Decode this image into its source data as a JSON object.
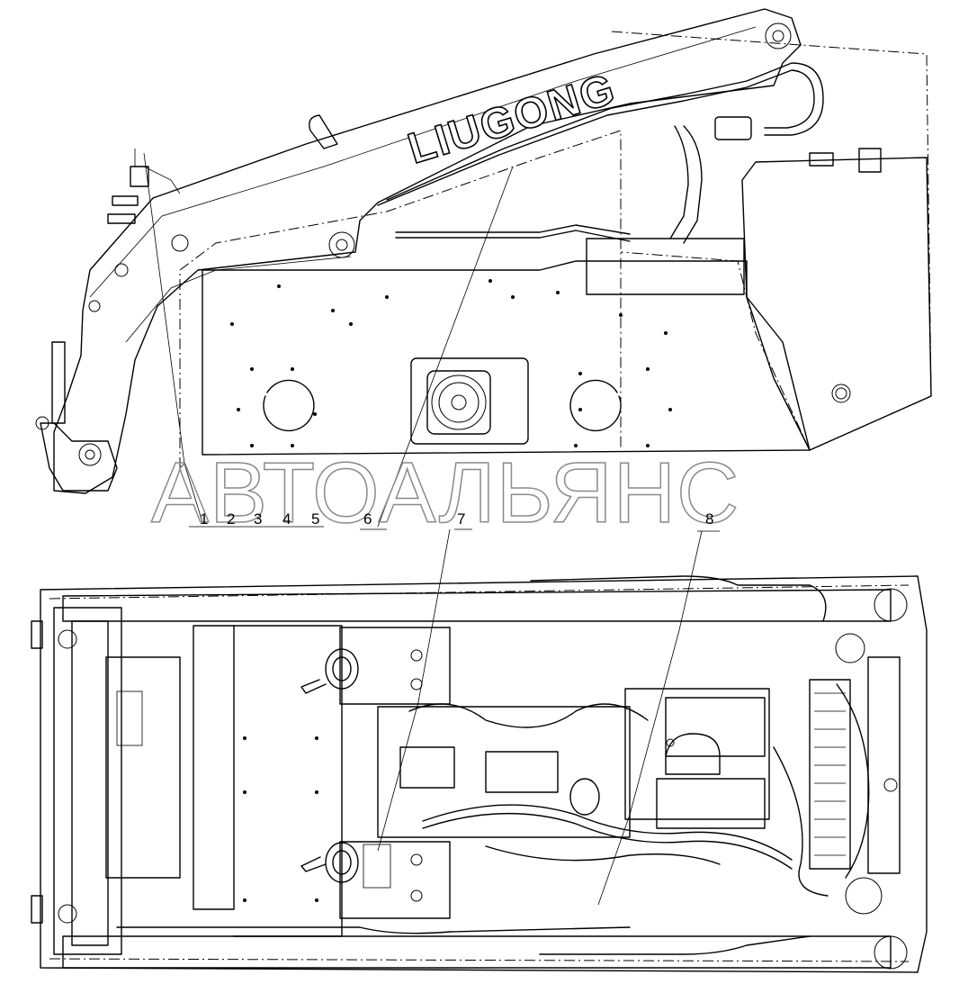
{
  "drawing": {
    "logo_text": "LIUGONG",
    "watermark": "АВТОАЛЬЯНС",
    "callouts": [
      "1",
      "2",
      "3",
      "4",
      "5",
      "6",
      "7",
      "8"
    ]
  }
}
